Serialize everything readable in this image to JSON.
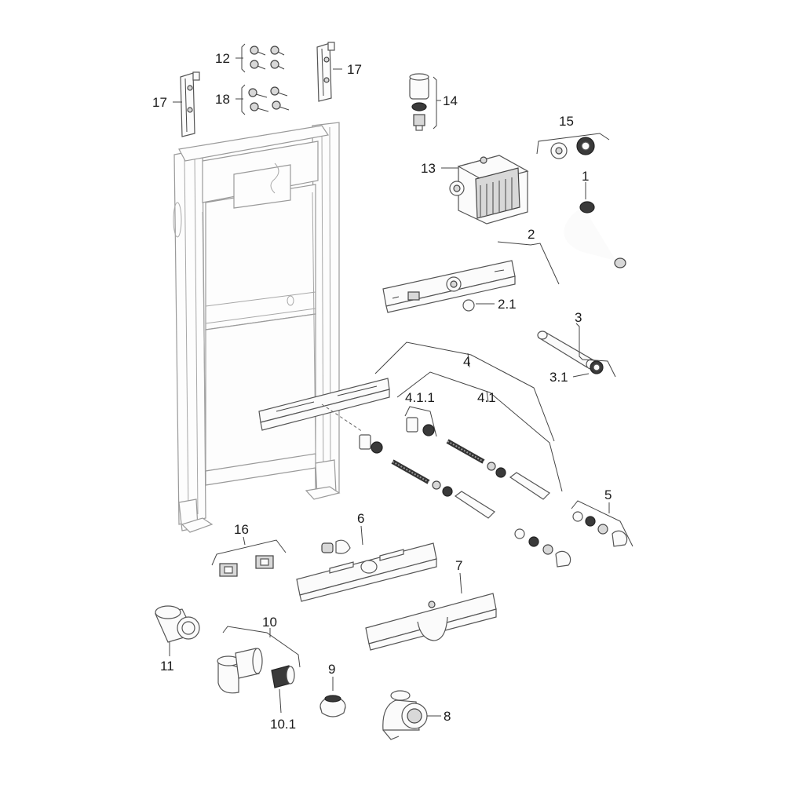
{
  "callouts": {
    "c1": "1",
    "c2": "2",
    "c2_1": "2.1",
    "c3": "3",
    "c3_1": "3.1",
    "c4": "4",
    "c4_1": "4.1",
    "c4_1_1": "4.1.1",
    "c5": "5",
    "c6": "6",
    "c7": "7",
    "c8": "8",
    "c9": "9",
    "c10": "10",
    "c10_1": "10.1",
    "c11": "11",
    "c12": "12",
    "c13": "13",
    "c14": "14",
    "c15": "15",
    "c16": "16",
    "c17a": "17",
    "c17b": "17",
    "c18": "18"
  }
}
